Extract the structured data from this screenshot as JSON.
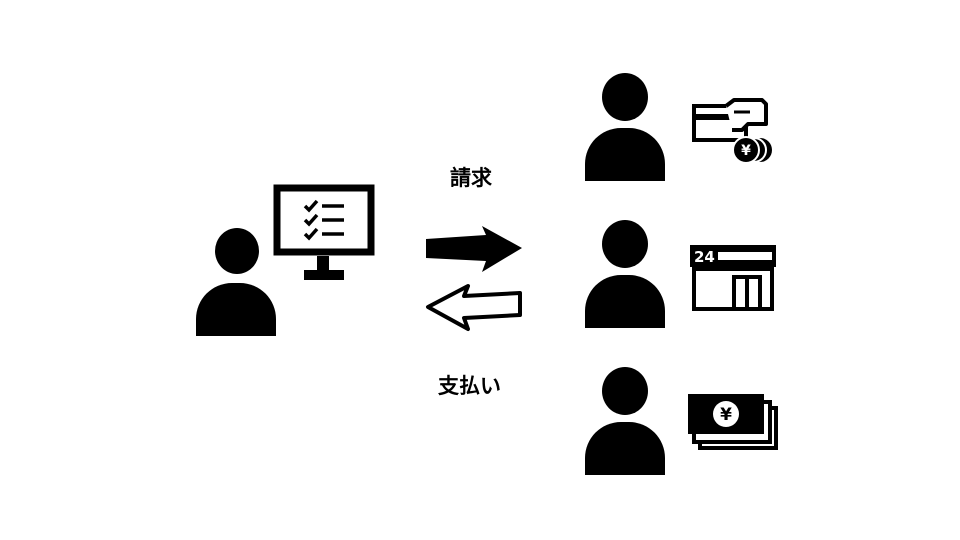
{
  "labels": {
    "request": "請求",
    "payment": "支払い"
  },
  "icons": {
    "monitor_checklist": "monitor-checklist-icon",
    "card_and_coins": "card-and-coins-icon",
    "convenience_store": "convenience-store-icon",
    "cash": "cash-icon"
  },
  "convenience_store": {
    "sign_text": "24"
  },
  "currency_symbol": "¥",
  "colors": {
    "ink": "#000000",
    "background": "#ffffff"
  }
}
